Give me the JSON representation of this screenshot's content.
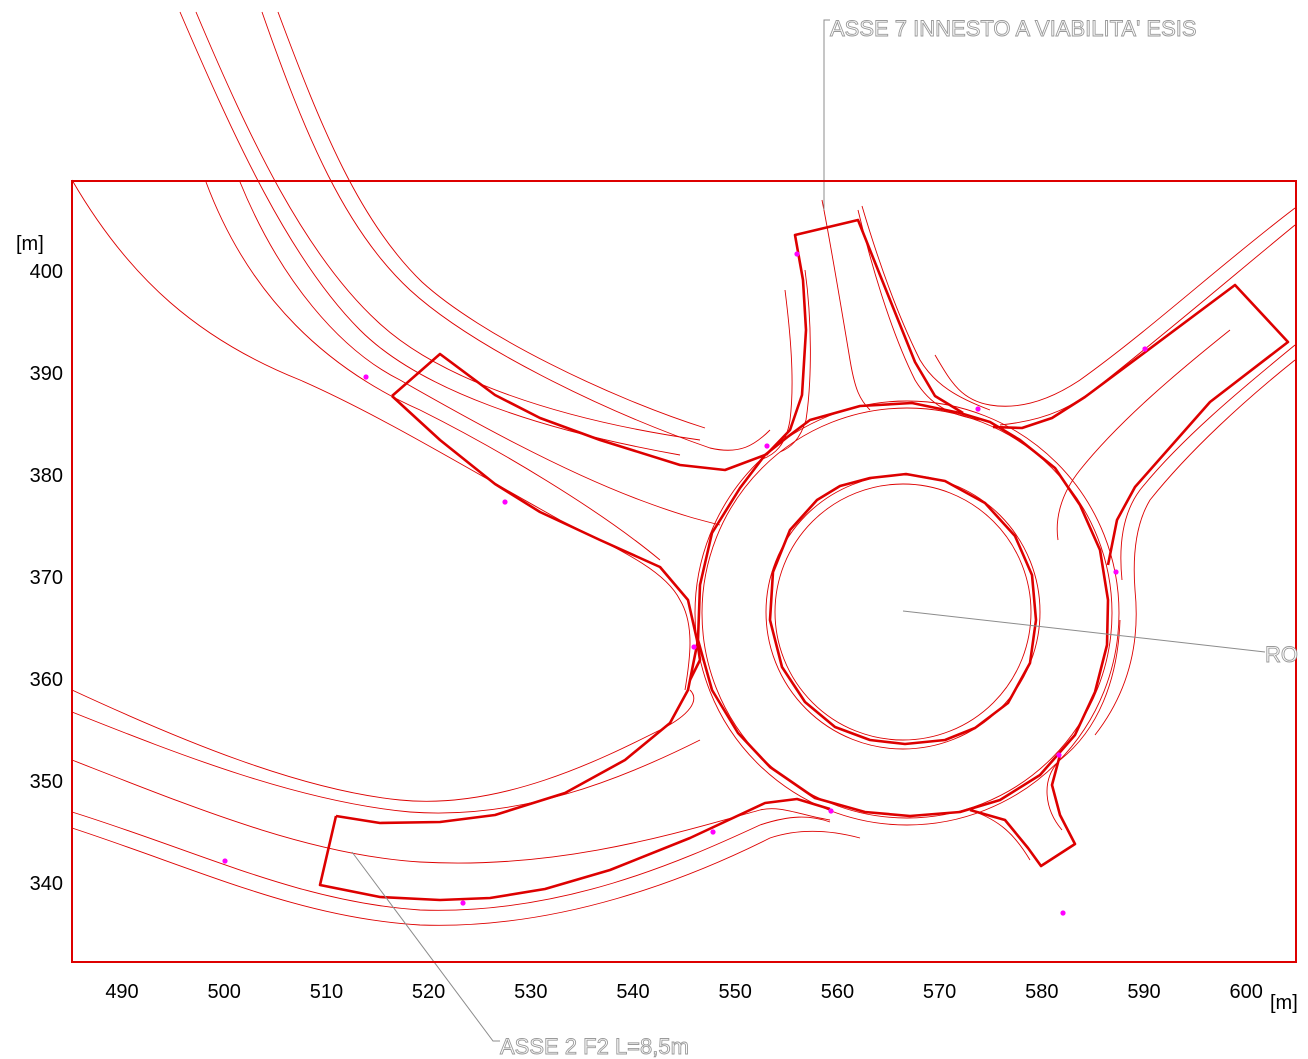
{
  "plot": {
    "x_unit": "[m]",
    "y_unit": "[m]",
    "x_ticks": [
      "490",
      "500",
      "510",
      "520",
      "530",
      "540",
      "550",
      "560",
      "570",
      "580",
      "590",
      "600"
    ],
    "y_ticks": [
      "400",
      "390",
      "380",
      "370",
      "360",
      "350",
      "340"
    ]
  },
  "labels": {
    "asse7": "ASSE 7 INNESTO A VIABILITA' ESIS",
    "asse2": "ASSE 2 F2 L=8,5m",
    "ro": "RO"
  },
  "colors": {
    "frame": "#dd0000",
    "road": "#dd0000",
    "point": "#ff00ff",
    "leader": "#8c8c8c"
  }
}
